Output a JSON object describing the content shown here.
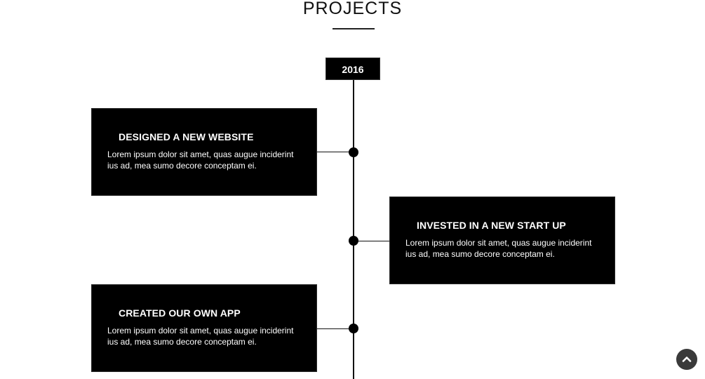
{
  "section": {
    "title": "PROJECTS"
  },
  "timeline": {
    "year": "2016",
    "items": [
      {
        "title": "DESIGNED A NEW WEBSITE",
        "text": "Lorem ipsum dolor sit amet, quas augue inciderint ius ad, mea sumo decore conceptam ei.",
        "side": "left"
      },
      {
        "title": "INVESTED IN A NEW START UP",
        "text": "Lorem ipsum dolor sit amet, quas augue inciderint ius ad, mea sumo decore conceptam ei.",
        "side": "right"
      },
      {
        "title": "CREATED OUR OWN APP",
        "text": "Lorem ipsum dolor sit amet, quas augue inciderint ius ad, mea sumo decore conceptam ei.",
        "side": "left"
      }
    ]
  },
  "back_to_top": {
    "icon": "chevron-up-icon"
  },
  "colors": {
    "card_bg": "#000000",
    "card_text": "#ffffff",
    "page_bg": "#ffffff",
    "back_to_top_bg": "#3a3a3a"
  }
}
